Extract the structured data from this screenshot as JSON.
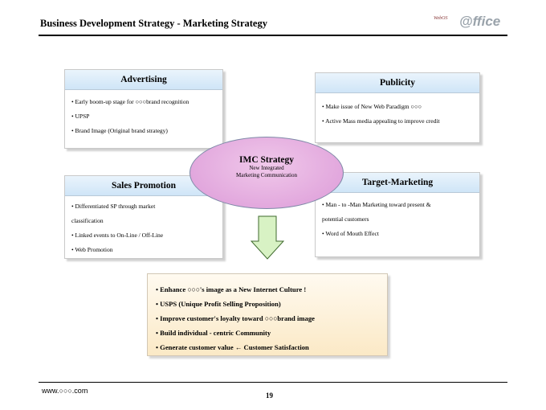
{
  "header": {
    "title": "Business Development Strategy - Marketing Strategy",
    "logo_small": "WebOS",
    "logo_main": "@ffice"
  },
  "boxes": {
    "advertising": {
      "title": "Advertising",
      "items": [
        "Early boom-up stage for ○○○brand recognition",
        "UPSP",
        "Brand Image (Original brand strategy)"
      ]
    },
    "publicity": {
      "title": "Publicity",
      "items": [
        "Make issue of New Web Paradigm ○○○",
        "Active Mass media appealing to improve credit"
      ]
    },
    "sales_promotion": {
      "title": "Sales Promotion",
      "items": [
        "Differentiated SP through market",
        "classification",
        "Linked events to On-Line / Off-Line",
        "Web Promotion"
      ]
    },
    "target_marketing": {
      "title": "Target-Marketing",
      "items": [
        "Man - to -Man  Marketing toward present &",
        "potential customers",
        "Word of Mouth Effect"
      ]
    }
  },
  "center": {
    "title": "IMC Strategy",
    "line1": "New Integrated",
    "line2": "Marketing Communication"
  },
  "summary": {
    "items": [
      "Enhance ○○○'s image as a New Internet Culture !",
      "USPS (Unique Profit Selling Proposition)",
      "Improve customer's loyalty toward ○○○brand image",
      "Build individual - centric Community",
      "Generate customer value ← Customer Satisfaction"
    ]
  },
  "footer": {
    "url": "www.○○○.com",
    "page": "19"
  },
  "colors": {
    "box_header": "#cfe5f7",
    "ellipse": "#e6aee2",
    "arrow": "#d8f2c4",
    "summary_bg": "#fbe9c6"
  }
}
